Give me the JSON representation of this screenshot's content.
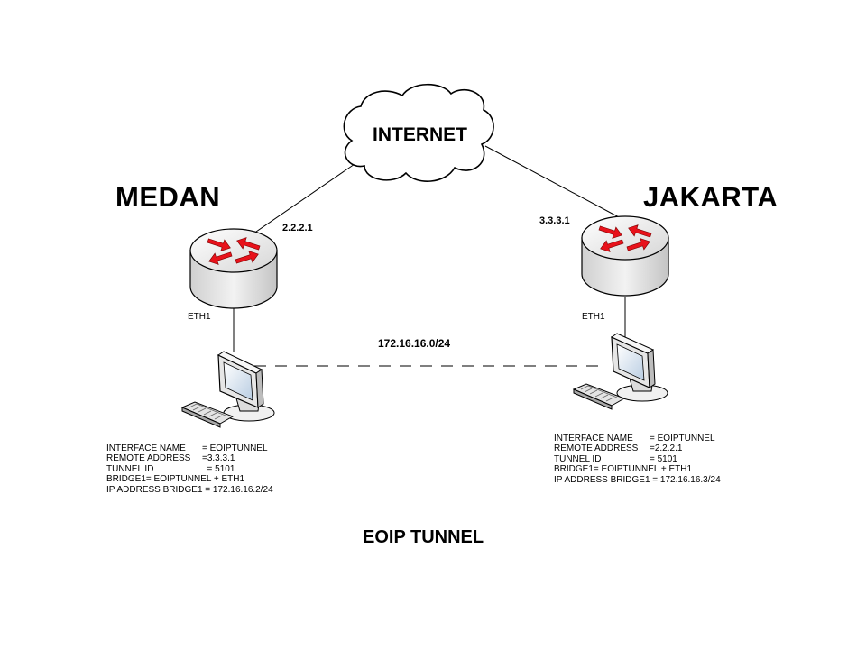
{
  "cloud": {
    "label": "INTERNET"
  },
  "sites": {
    "medan": {
      "name": "MEDAN",
      "wan_ip": "2.2.2.1",
      "lan_port": "ETH1",
      "config": [
        {
          "key": "INTERFACE NAME",
          "value": "= EOIPTUNNEL"
        },
        {
          "key": "REMOTE ADDRESS",
          "value": "=3.3.3.1"
        },
        {
          "key": "TUNNEL ID",
          "value": "  = 5101"
        },
        {
          "key": "BRIDGE1= EOIPTUNNEL + ETH1",
          "value": ""
        },
        {
          "key": "IP ADDRESS BRIDGE1 = 172.16.16.2/24",
          "value": ""
        }
      ]
    },
    "jakarta": {
      "name": "JAKARTA",
      "wan_ip": "3.3.3.1",
      "lan_port": "ETH1",
      "config": [
        {
          "key": "INTERFACE NAME",
          "value": "= EOIPTUNNEL"
        },
        {
          "key": "REMOTE ADDRESS",
          "value": "=2.2.2.1"
        },
        {
          "key": "TUNNEL ID",
          "value": "= 5101"
        },
        {
          "key": "BRIDGE1= EOIPTUNNEL + ETH1",
          "value": ""
        },
        {
          "key": "IP ADDRESS BRIDGE1 = 172.16.16.3/24",
          "value": ""
        }
      ]
    }
  },
  "tunnel": {
    "subnet": "172.16.16.0/24"
  },
  "caption": "EOIP TUNNEL",
  "colors": {
    "arrow": "#e8121b",
    "router_body": "#e2e2e2",
    "screen": "#cfe0f0"
  },
  "icons": {
    "router": "router-icon",
    "computer": "computer-icon",
    "cloud": "cloud-icon"
  }
}
